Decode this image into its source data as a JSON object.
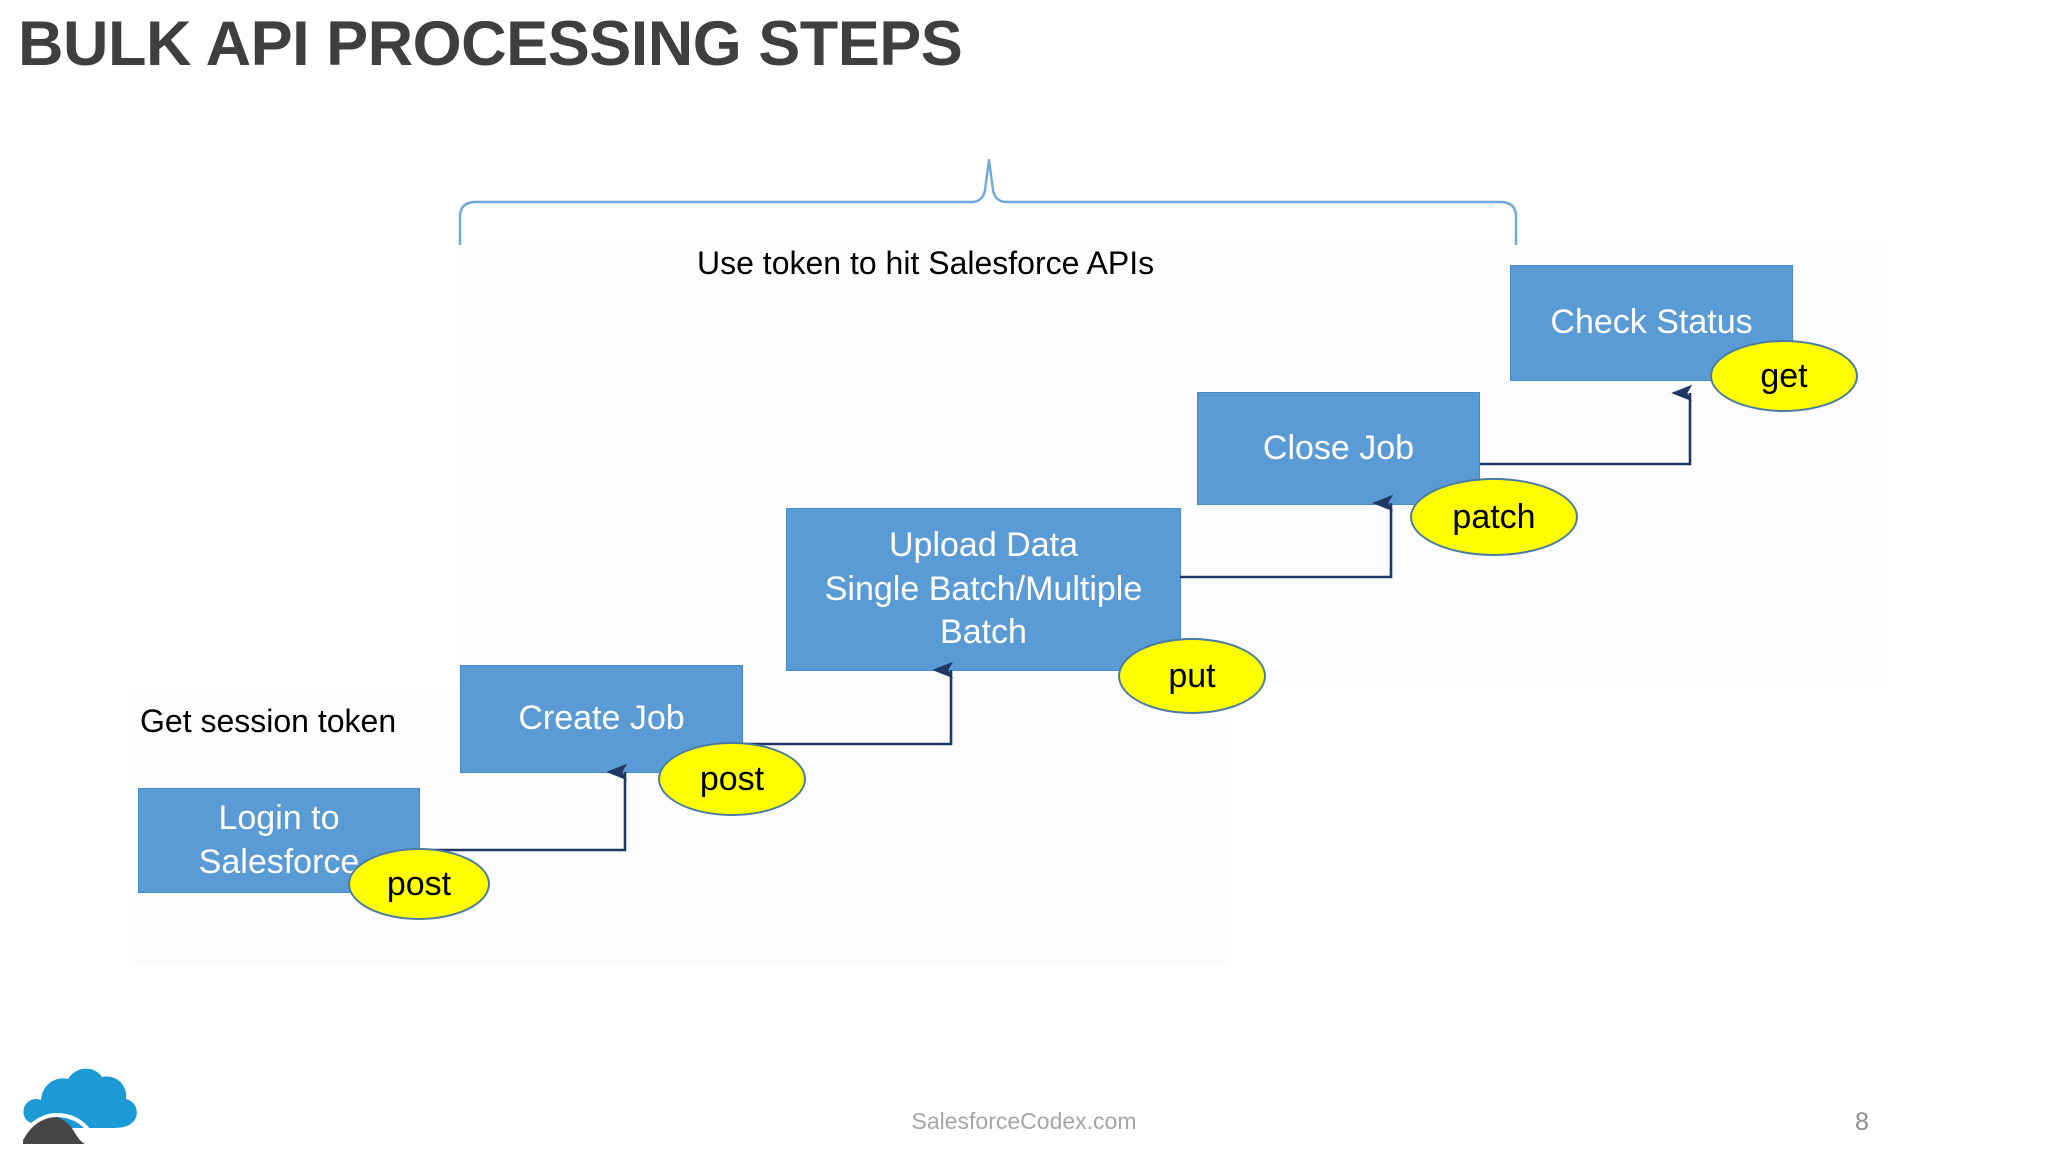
{
  "slide": {
    "title": "BULK API PROCESSING STEPS",
    "page_number": "8",
    "footer_site": "SalesforceCodex.com",
    "logo_name": "salesforce-codex-cloud-logo"
  },
  "colors": {
    "box_fill": "#5B9BD5",
    "box_border": "#4A8AC4",
    "box_text": "#FFFFFF",
    "bubble_fill": "#FFFF00",
    "bubble_border": "#4A7BA0",
    "bubble_text": "#000000",
    "connector": "#1F3864",
    "brace": "#6FA8DC",
    "title_text": "#3F3F3F",
    "footer_text": "#A6A6A6",
    "logo_blue": "#1C9AD6",
    "logo_dark": "#464646"
  },
  "annotations": {
    "bracket_caption": "Use token to hit Salesforce APIs",
    "session_token_label": "Get session token"
  },
  "steps": [
    {
      "id": "login",
      "label": "Login to\nSalesforce",
      "method": "post",
      "order": 1
    },
    {
      "id": "create-job",
      "label": "Create Job",
      "method": "post",
      "order": 2
    },
    {
      "id": "upload-data",
      "label": "Upload Data\nSingle Batch/Multiple\nBatch",
      "method": "put",
      "order": 3
    },
    {
      "id": "close-job",
      "label": "Close Job",
      "method": "patch",
      "order": 4
    },
    {
      "id": "check-status",
      "label": "Check Status",
      "method": "get",
      "order": 5
    }
  ],
  "flow": [
    {
      "from": "login",
      "to": "create-job"
    },
    {
      "from": "create-job",
      "to": "upload-data"
    },
    {
      "from": "upload-data",
      "to": "close-job"
    },
    {
      "from": "close-job",
      "to": "check-status"
    }
  ]
}
